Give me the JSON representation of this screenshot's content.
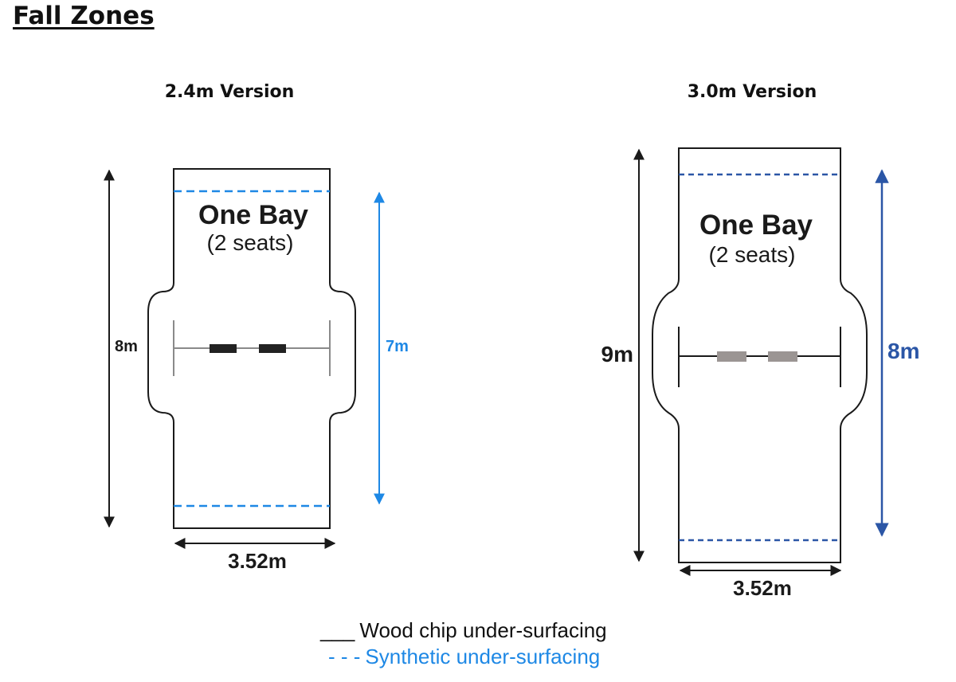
{
  "title": "Fall Zones",
  "colors": {
    "black": "#1a1a1a",
    "synthetic_light": "#1e88e5",
    "synthetic_dark": "#2b56a6",
    "seat_dark": "#222222",
    "seat_grey": "#9b9593",
    "frame_grey": "#8a8a8a"
  },
  "versions": [
    {
      "label": "2.4m Version",
      "bay_title": "One Bay",
      "bay_subtitle": "(2 seats)",
      "wood_chip_dimension": "8m",
      "synthetic_dimension": "7m",
      "width_dimension": "3.52m"
    },
    {
      "label": "3.0m Version",
      "bay_title": "One Bay",
      "bay_subtitle": "(2 seats)",
      "wood_chip_dimension": "9m",
      "synthetic_dimension": "8m",
      "width_dimension": "3.52m"
    }
  ],
  "legend": {
    "wood_chip_symbol": "___",
    "wood_chip_label": "Wood chip under-surfacing",
    "synthetic_symbol": "- - -",
    "synthetic_label": "Synthetic under-surfacing"
  }
}
